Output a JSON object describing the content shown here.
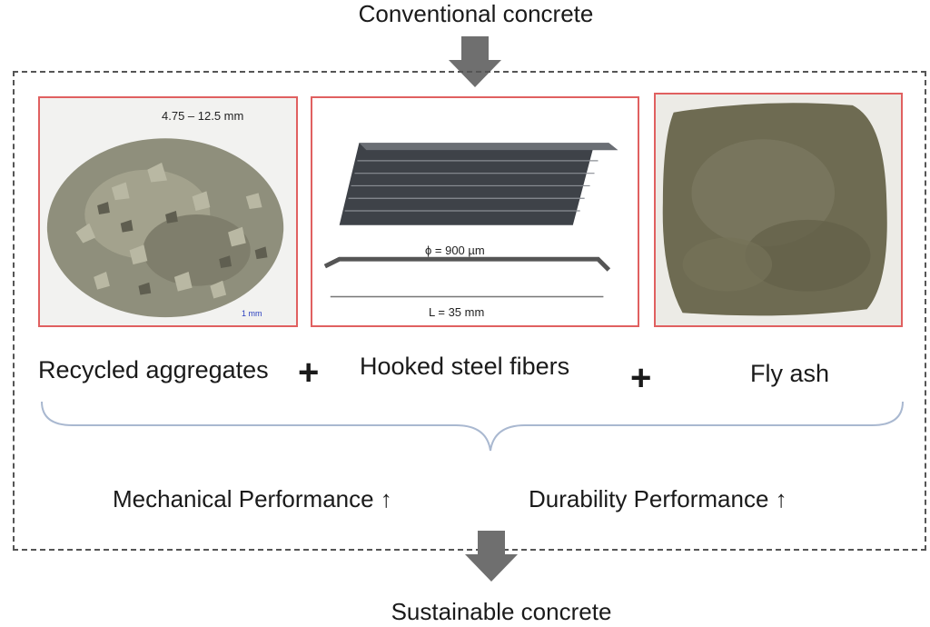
{
  "top_title": "Conventional concrete",
  "bottom_title": "Sustainable concrete",
  "materials": [
    {
      "label": "Recycled aggregates",
      "photo_caption": "4.75 – 12.5 mm",
      "scale_caption": "1 mm"
    },
    {
      "label": "Hooked steel fibers",
      "diameter_caption": "ϕ = 900 µm",
      "length_caption": "L = 35 mm"
    },
    {
      "label": "Fly ash"
    }
  ],
  "plus_sign": "+",
  "performance": {
    "mechanical": "Mechanical Performance ↑",
    "durability": "Durability Performance ↑"
  },
  "colors": {
    "frame": "#e06060",
    "arrow": "#6f6f6f",
    "dashed_border": "#555555",
    "brace": "#a9b8d0"
  }
}
